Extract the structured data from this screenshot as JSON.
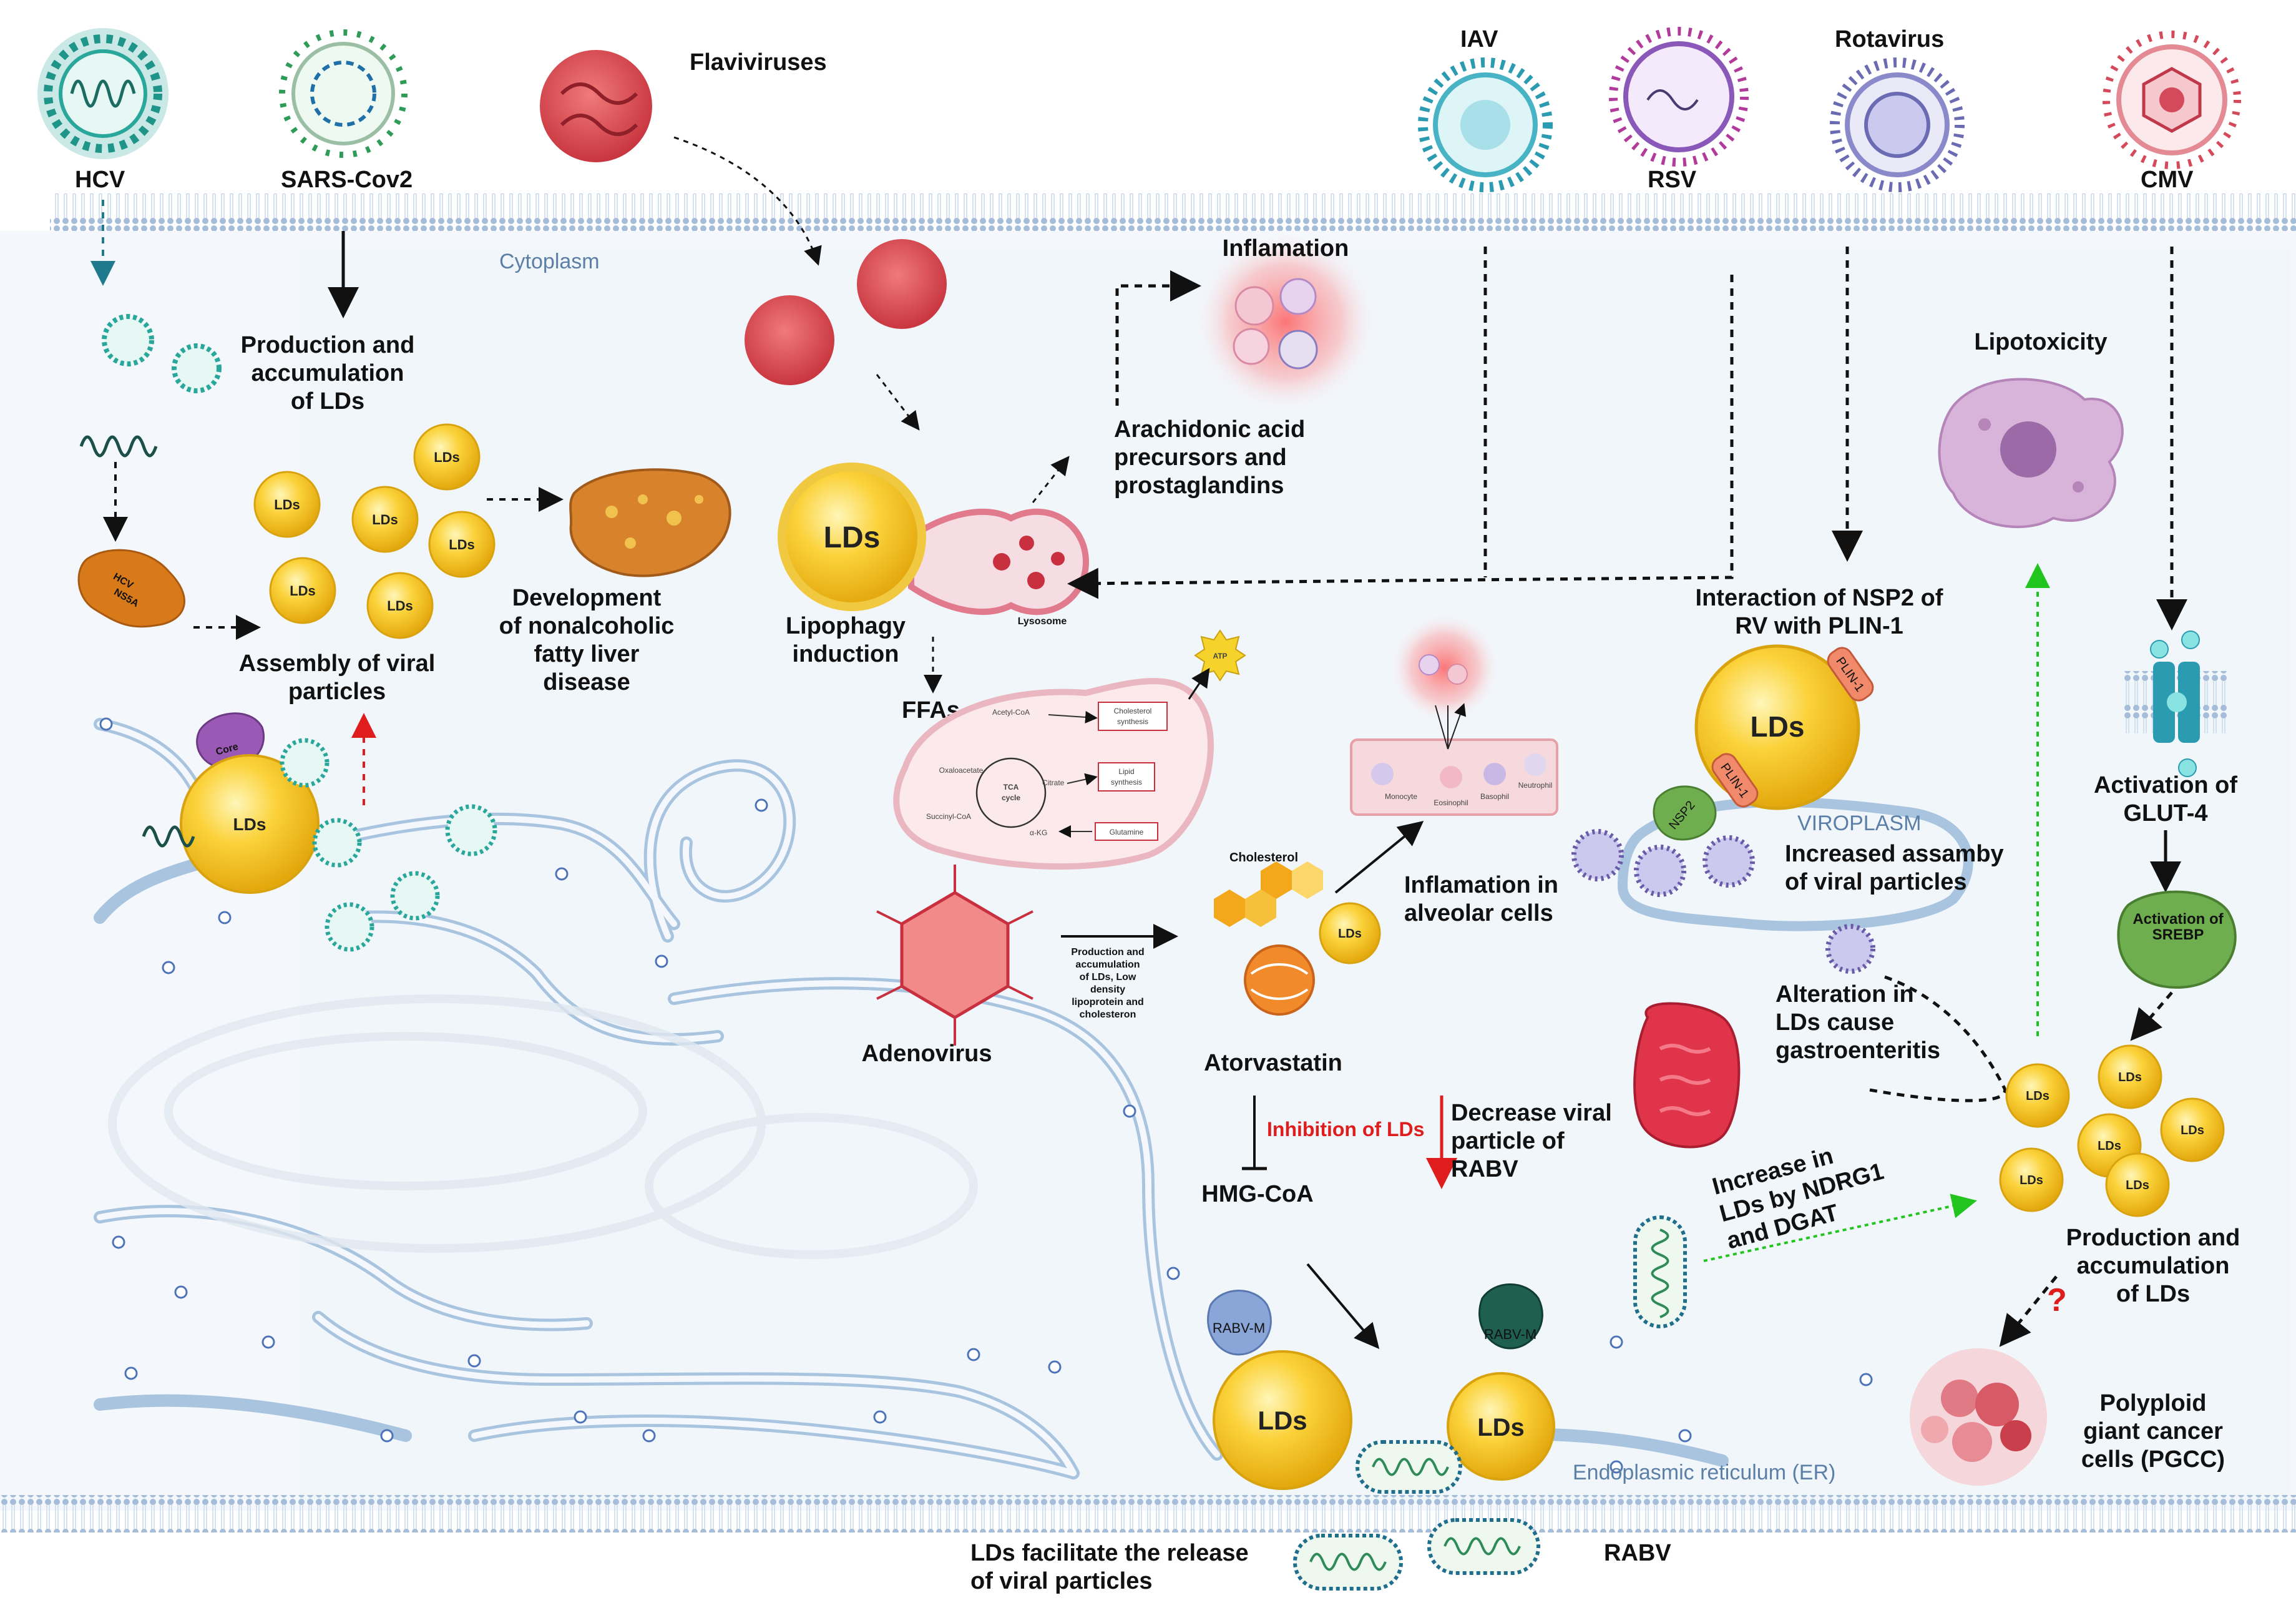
{
  "viruses": {
    "hcv": "HCV",
    "sars": "SARS-Cov2",
    "flavi": "Flaviviruses",
    "iav": "IAV",
    "rsv": "RSV",
    "rota": "Rotavirus",
    "cmv": "CMV",
    "adeno": "Adenovirus",
    "rabv": "RABV"
  },
  "regions": {
    "cytoplasm": "Cytoplasm",
    "er": "Endoplasmic reticulum (ER)",
    "viroplasm": "VIROPLASM"
  },
  "labels": {
    "prod1": [
      "Production and",
      "accumulation",
      "of LDs"
    ],
    "assembly": [
      "Assembly of viral",
      "particles"
    ],
    "nafld": [
      "Development",
      "of nonalcoholic",
      "fatty liver",
      "disease"
    ],
    "inflamation": "Inflamation",
    "arachidonic": [
      "Arachidonic acid",
      "precursors and",
      "prostaglandins"
    ],
    "lipophagy": [
      "Lipophagy",
      "induction"
    ],
    "lysosome": "Lysosome",
    "ffas": "FFAs",
    "nsp2": [
      "Interaction of NSP2 of",
      "RV with PLIN-1"
    ],
    "lipotoxicity": "Lipotoxicity",
    "increased_assembly": [
      "Increased assamby",
      "of viral particles"
    ],
    "alteration": [
      "Alteration in",
      "LDs cause",
      "gastroenteritis"
    ],
    "alveolar": [
      "Inflamation in",
      "alveolar cells"
    ],
    "adeno_prod": [
      "Production and",
      "accumulation",
      "of LDs, Low",
      "density",
      "lipoprotein and",
      "cholesteron"
    ],
    "cholesterol": "Cholesterol",
    "atorvastatin": "Atorvastatin",
    "inhibition": "Inhibition of LDs",
    "hmg": "HMG-CoA",
    "decrease": [
      "Decrease viral",
      "particle of",
      "RABV"
    ],
    "glut4": [
      "Activation of",
      "GLUT-4"
    ],
    "srebp": [
      "Activation of",
      "SREBP"
    ],
    "prod2": [
      "Production and",
      "accumulation",
      "of LDs"
    ],
    "ndrg1": [
      "Increase in",
      "LDs by NDRG1",
      "and DGAT"
    ],
    "pgcc": [
      "Polyploid",
      "giant cancer",
      "cells (PGCC)"
    ],
    "release": [
      "LDs facilitate the release",
      "of viral particles"
    ],
    "question": "?",
    "atp": "ATP"
  },
  "proteins": {
    "core": "Core",
    "ns5a": [
      "HCV",
      "NS5A"
    ],
    "plin1": "PLIN-1",
    "nsp2": "NSP2",
    "rabvm": "RABV-M"
  },
  "tca": {
    "acetyl": "Acetyl-CoA",
    "oxalo": "Oxaloacetate",
    "citrate": "Citrate",
    "succinyl": "Succinyl-CoA",
    "akg": "α-KG",
    "cycle": [
      "TCA",
      "cycle"
    ],
    "chol_syn": [
      "Cholesterol",
      "synthesis"
    ],
    "lipid_syn": [
      "Lipid",
      "synthesis"
    ],
    "glutamine": "Glutamine"
  },
  "cells": {
    "monocyte": "Monocyte",
    "eosinophil": "Eosinophil",
    "basophil": "Basophil",
    "neutrophil": "Neutrophil"
  },
  "ld": "LDs",
  "colors": {
    "membrane": "#b9cde4",
    "er": "#a9c4df",
    "ld_fill": "#f6c21a",
    "hcv": "#2aa79b",
    "flavi": "#d9464f",
    "purple_virus": "#6b5aa8",
    "cmv": "#d44a5a",
    "inflam_glow": "#ff6b6b"
  }
}
